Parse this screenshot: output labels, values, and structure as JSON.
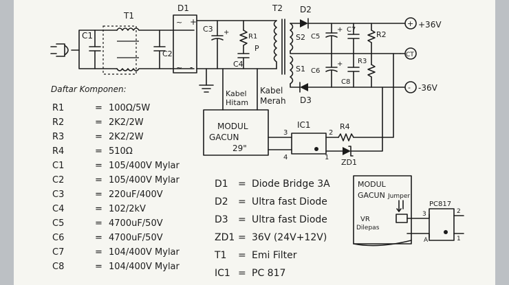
{
  "schematic": {
    "labels": {
      "t1": "T1",
      "d1": "D1",
      "t2": "T2",
      "d2": "D2",
      "d3": "D3",
      "c1": "C1",
      "c2": "C2",
      "c3": "C3",
      "c4": "C4",
      "c5": "C5",
      "c6": "C6",
      "c7": "C7",
      "c8": "C8",
      "r1": "R1",
      "r2": "R2",
      "r3": "R3",
      "r4": "R4",
      "s1": "S1",
      "s2": "S2",
      "p": "P",
      "plus": "+",
      "minus": "-",
      "tilde": "~",
      "ic1": "IC1",
      "zd1": "ZD1",
      "out_pos": "+36V",
      "out_ct": "CT",
      "out_neg": "-36V",
      "kabel_hitam_1": "Kabel",
      "kabel_hitam_2": "Hitam",
      "kabel_merah_1": "Kabel",
      "kabel_merah_2": "Merah",
      "modul_1": "MODUL",
      "modul_2": "GACUN",
      "modul_3": "29\"",
      "pin1": "1",
      "pin2": "2",
      "pin3": "3",
      "pin4": "4"
    },
    "components_title": "Daftar Komponen:",
    "components": [
      {
        "ref": "R1",
        "eq": "=",
        "value": "100Ω/5W"
      },
      {
        "ref": "R2",
        "eq": "=",
        "value": "2K2/2W"
      },
      {
        "ref": "R3",
        "eq": "=",
        "value": "2K2/2W"
      },
      {
        "ref": "R4",
        "eq": "=",
        "value": "510Ω"
      },
      {
        "ref": "C1",
        "eq": "=",
        "value": "105/400V Mylar"
      },
      {
        "ref": "C2",
        "eq": "=",
        "value": "105/400V Mylar"
      },
      {
        "ref": "C3",
        "eq": "=",
        "value": "220uF/400V"
      },
      {
        "ref": "C4",
        "eq": "=",
        "value": "102/2kV"
      },
      {
        "ref": "C5",
        "eq": "=",
        "value": "4700uF/50V"
      },
      {
        "ref": "C6",
        "eq": "=",
        "value": "4700uF/50V"
      },
      {
        "ref": "C7",
        "eq": "=",
        "value": "104/400V Mylar"
      },
      {
        "ref": "C8",
        "eq": "=",
        "value": "104/400V Mylar"
      }
    ],
    "legend": [
      {
        "ref": "D1",
        "eq": "=",
        "value": "Diode Bridge 3A"
      },
      {
        "ref": "D2",
        "eq": "=",
        "value": "Ultra fast Diode"
      },
      {
        "ref": "D3",
        "eq": "=",
        "value": "Ultra fast Diode"
      },
      {
        "ref": "ZD1",
        "eq": "=",
        "value": "36V (24V+12V)"
      },
      {
        "ref": "T1",
        "eq": "=",
        "value": "Emi Filter"
      },
      {
        "ref": "IC1",
        "eq": "=",
        "value": "PC 817"
      }
    ],
    "inset": {
      "modul_1": "MODUL",
      "modul_2": "GACUN",
      "jumper": "Jumper",
      "vr_1": "VR",
      "vr_2": "Dilepas",
      "pc817": "PC817",
      "p3": "3",
      "p2": "2",
      "p1": "1",
      "pA": "A"
    }
  }
}
